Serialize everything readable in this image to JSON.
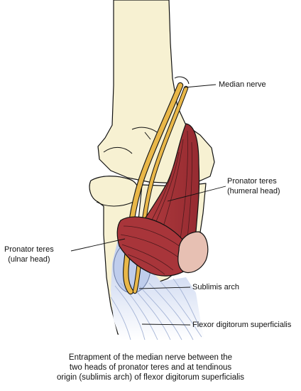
{
  "labels": {
    "median_nerve": "Median nerve",
    "pronator_humeral": [
      "Pronator teres",
      "(humeral head)"
    ],
    "pronator_ulnar": [
      "Pronator teres",
      "(ulnar head)"
    ],
    "sublimis_arch": "Sublimis arch",
    "fds": "Flexor digitorum superficialis"
  },
  "caption": [
    "Entrapment of the median nerve between the",
    "two heads of pronator teres and at tendinous",
    "origin (sublimis arch) of flexor digitorum superficialis"
  ],
  "colors": {
    "bone": "#f7f1d2",
    "nerve": "#e9b748",
    "muscle": "#a8353a",
    "muscle_cut": "#e7c0b3",
    "fds_fill": "#c7d4ee",
    "tendon_lines": "#a5b4d6"
  }
}
